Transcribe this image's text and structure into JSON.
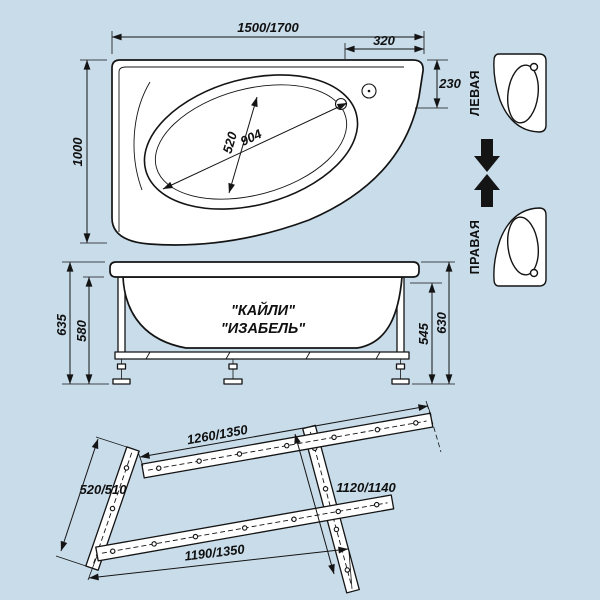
{
  "colors": {
    "background": "#c8dcea",
    "line": "#141414",
    "surface": "#ffffff"
  },
  "plan_view": {
    "dims": {
      "overall_width": "1500/1700",
      "corner_offset": "320",
      "side_offset": "230",
      "depth": "1000",
      "basin_length": "904",
      "basin_width": "520"
    }
  },
  "side_view": {
    "models": {
      "line1": "\"КАЙЛИ\"",
      "line2": "\"ИЗАБЕЛЬ\""
    },
    "dims": {
      "left_outer": "635",
      "left_inner": "580",
      "right_inner": "545",
      "right_outer": "630"
    }
  },
  "frame_view": {
    "dims": {
      "top": "1260/1350",
      "left": "520/510",
      "right": "1120/1140",
      "bottom": "1190/1350"
    }
  },
  "orientation": {
    "left_label": "ЛЕВАЯ",
    "right_label": "ПРАВАЯ"
  }
}
